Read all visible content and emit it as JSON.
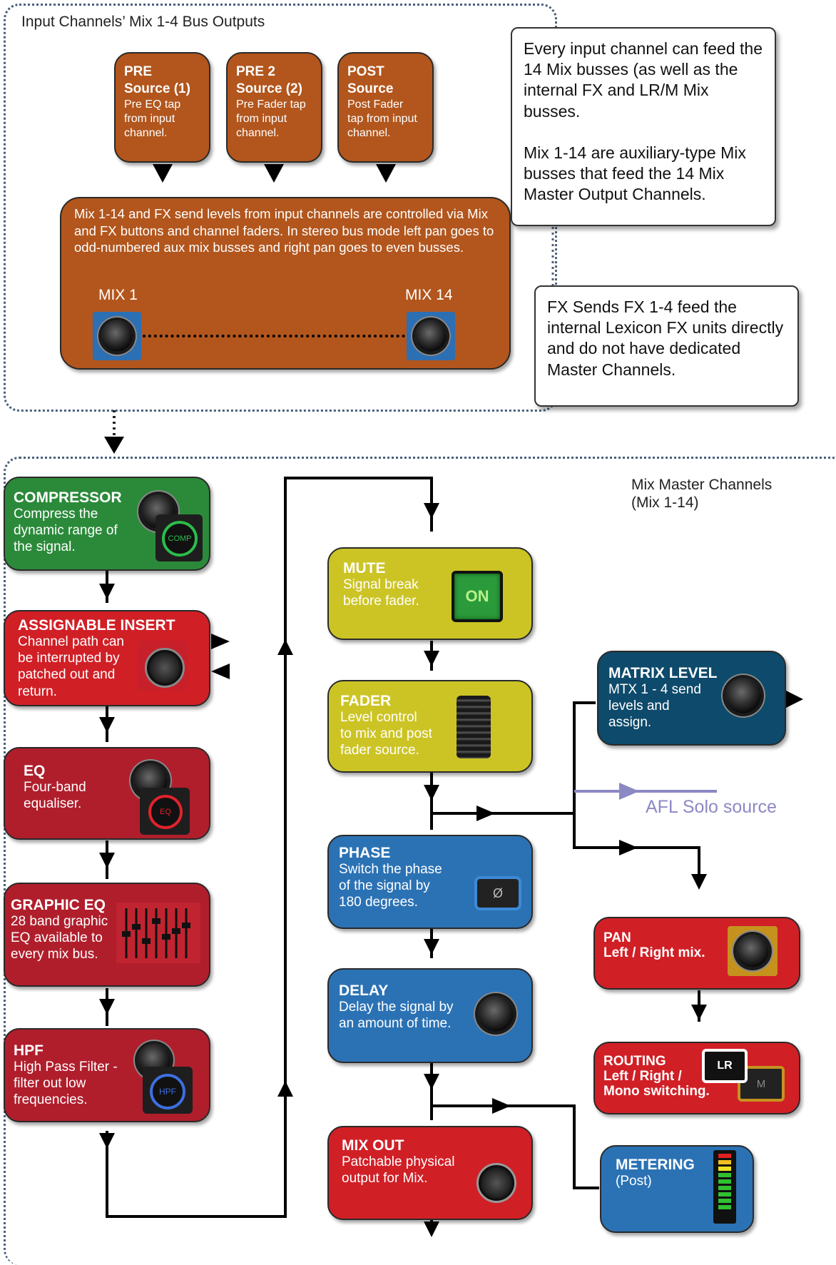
{
  "top_region": {
    "title": "Input Channels’ Mix 1-4 Bus Outputs",
    "sources": [
      {
        "title": "PRE\nSource (1)",
        "desc": "Pre EQ tap\nfrom input\nchannel."
      },
      {
        "title": "PRE 2\nSource (2)",
        "desc": "Pre Fader tap\nfrom input\nchannel."
      },
      {
        "title": "POST\nSource",
        "desc": "Post Fader\ntap from input\nchannel."
      }
    ],
    "send_box": {
      "text": "Mix 1-14 and FX send levels from input channels are controlled via Mix and FX buttons and channel faders. In stereo bus mode left pan goes to odd-numbered aux mix busses and right pan goes to even busses.",
      "mix_first": "MIX 1",
      "mix_last": "MIX 14"
    },
    "note1": "Every input channel can feed the 14 Mix busses (as well as the internal FX and LR/M Mix busses.\n\nMix 1-14 are auxiliary-type Mix busses that feed the 14 Mix Master Output Channels.",
    "note2": "FX Sends FX 1-4  feed the internal Lexicon FX units directly and do not have dedicated Master Channels."
  },
  "bottom_region": {
    "title": "Mix Master Channels\n(Mix  1-14)",
    "afl_label": "AFL Solo source",
    "blocks": {
      "compressor": {
        "title": "COMPRESSOR",
        "desc": "Compress the\ndynamic range of\nthe signal.",
        "button": "COMP"
      },
      "insert": {
        "title": "ASSIGNABLE INSERT",
        "desc": "Channel path can\nbe interrupted by\npatched out and\nreturn."
      },
      "eq": {
        "title": "EQ",
        "desc": "Four-band\nequaliser.",
        "button": "EQ"
      },
      "geq": {
        "title": "GRAPHIC EQ",
        "desc": "28 band graphic\nEQ available to\nevery mix bus."
      },
      "hpf": {
        "title": "HPF",
        "desc": "High Pass Filter -\nfilter out low\nfrequencies.",
        "button": "HPF"
      },
      "mute": {
        "title": "MUTE",
        "desc": "Signal break\nbefore fader.",
        "button": "ON"
      },
      "fader": {
        "title": "FADER",
        "desc": "Level control\nto mix and post\nfader source."
      },
      "phase": {
        "title": "PHASE",
        "desc": "Switch the phase\nof the signal by\n180 degrees.",
        "button": "Ø"
      },
      "delay": {
        "title": "DELAY",
        "desc": "Delay the signal by\nan amount of time."
      },
      "mixout": {
        "title": "MIX OUT",
        "desc": "Patchable physical\noutput for Mix."
      },
      "matrix": {
        "title": "MATRIX LEVEL",
        "desc": "MTX 1 - 4 send\nlevels and\nassign."
      },
      "pan": {
        "title": "PAN",
        "desc": "Left / Right mix."
      },
      "routing": {
        "title": "ROUTING",
        "desc": "Left / Right /\nMono switching.",
        "btn_lr": "LR",
        "btn_m": "M"
      },
      "metering": {
        "title": "METERING",
        "desc": "(Post)"
      }
    }
  },
  "colors": {
    "source_orange": "#b2561d",
    "compressor_green": "#2b8a3a",
    "insert_red": "#d11f26",
    "eq_crimson": "#b01e2c",
    "mute_olive": "#ccc425",
    "phase_blue": "#2b72b4",
    "matrix_teal": "#0e4a6b",
    "afl_purple": "#8c88c4"
  }
}
